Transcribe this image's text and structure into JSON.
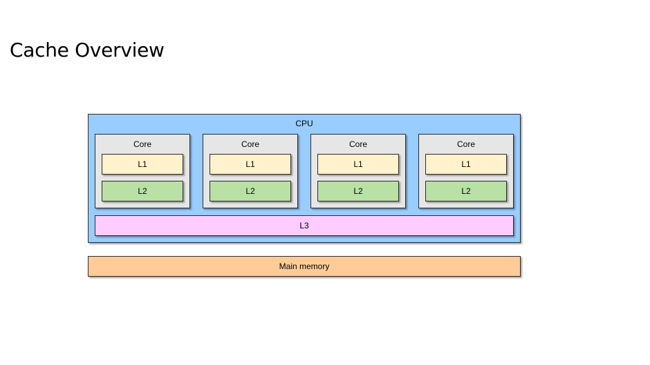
{
  "title": "Cache Overview",
  "cpu": {
    "label": "CPU",
    "cores": [
      {
        "label": "Core",
        "l1": "L1",
        "l2": "L2"
      },
      {
        "label": "Core",
        "l1": "L1",
        "l2": "L2"
      },
      {
        "label": "Core",
        "l1": "L1",
        "l2": "L2"
      },
      {
        "label": "Core",
        "l1": "L1",
        "l2": "L2"
      }
    ],
    "l3": "L3"
  },
  "main_memory": "Main memory",
  "colors": {
    "cpu": "#99ccff",
    "core": "#e6e6e6",
    "l1": "#fff2cc",
    "l2": "#b9e0a5",
    "l3": "#ffccff",
    "main_memory": "#ffcc99",
    "border": "#2b2b2b"
  }
}
